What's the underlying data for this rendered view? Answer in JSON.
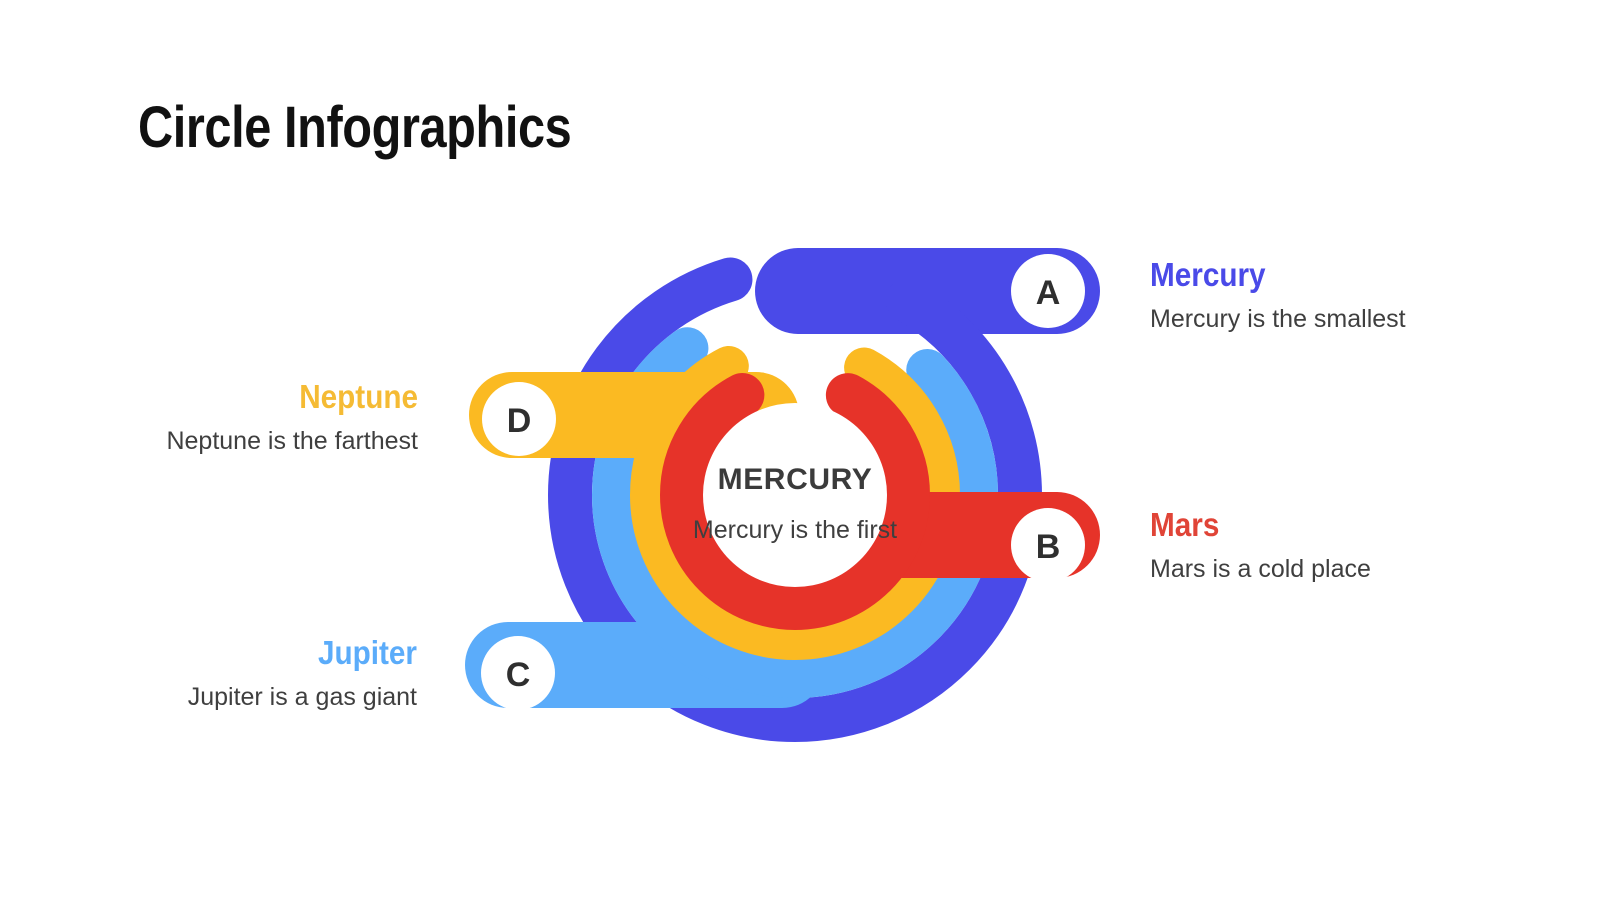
{
  "page": {
    "title": "Circle Infographics",
    "background_color": "#ffffff"
  },
  "palette": {
    "blue": "#4A4AE8",
    "light_blue": "#5BACFA",
    "yellow": "#FBBA22",
    "red": "#E63329",
    "text_dark": "#3f3f3f",
    "title_dark": "#111111",
    "badge_fill": "#ffffff"
  },
  "center": {
    "title": "MERCURY",
    "description": "Mercury is the first"
  },
  "items": [
    {
      "badge": "A",
      "label": "Mercury",
      "description": "Mercury is the smallest",
      "color": "#4A4AE8",
      "ring": "outer",
      "side": "right"
    },
    {
      "badge": "B",
      "label": "Mars",
      "description": "Mars is a cold place",
      "color": "#E63329",
      "ring": "inner",
      "side": "right"
    },
    {
      "badge": "C",
      "label": "Jupiter",
      "description": "Jupiter is a gas giant",
      "color": "#5BACFA",
      "ring": "second",
      "side": "left"
    },
    {
      "badge": "D",
      "label": "Neptune",
      "description": "Neptune is the farthest",
      "color": "#FBBA22",
      "ring": "third",
      "side": "left"
    }
  ]
}
